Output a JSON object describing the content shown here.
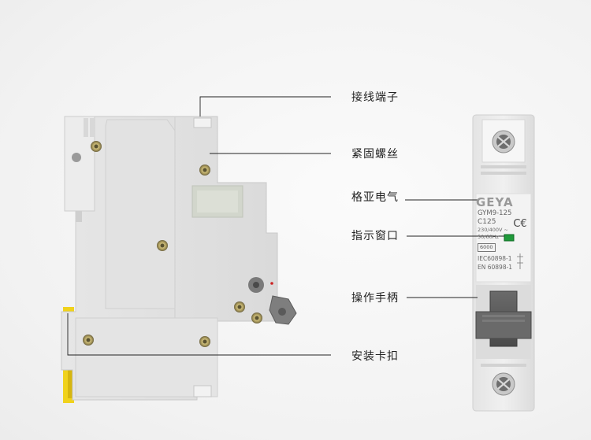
{
  "callouts": [
    {
      "id": "terminal",
      "label": "接线端子"
    },
    {
      "id": "screw",
      "label": "紧固螺丝"
    },
    {
      "id": "brand",
      "label": "格亚电气"
    },
    {
      "id": "indicator",
      "label": "指示窗口"
    },
    {
      "id": "handle",
      "label": "操作手柄"
    },
    {
      "id": "clip",
      "label": "安装卡扣"
    }
  ],
  "breaker_front": {
    "brand": "GEYA",
    "model": "GYM9-125",
    "rating": "C125",
    "voltage": "230/400V ~",
    "frequency": "50/60Hz",
    "breaking_capacity": "6000",
    "standard_1": "IEC60898-1",
    "standard_2": "EN 60898-1",
    "ce_mark": "CE"
  },
  "colors": {
    "background": "#f4f4f4",
    "body": "#e9e9e9",
    "handle": "#5a5a5a",
    "indicator": "#1f9a3a",
    "clip": "#f2d21b",
    "line": "#222222"
  }
}
